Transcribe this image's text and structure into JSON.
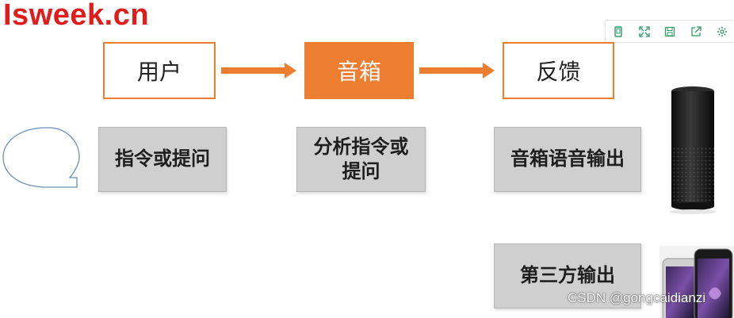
{
  "watermark": "Isweek.cn",
  "toolbar": [
    {
      "name": "tablet-icon"
    },
    {
      "name": "expand-icon"
    },
    {
      "name": "save-icon"
    },
    {
      "name": "share-icon"
    },
    {
      "name": "gear-icon"
    }
  ],
  "flow": {
    "user": "用户",
    "speaker": "音箱",
    "feedback": "反馈"
  },
  "steps": {
    "command": "指令或提问",
    "analyze_line1": "分析指令或",
    "analyze_line2": "提问",
    "voice_output": "音箱语音输出",
    "third_party": "第三方输出"
  },
  "credit": "CSDN @gongcaidianzi",
  "colors": {
    "accent": "#ed7d31",
    "step_fill": "#cfcfcf",
    "watermark": "#e01c1c",
    "bubble": "#6a8fb5"
  }
}
